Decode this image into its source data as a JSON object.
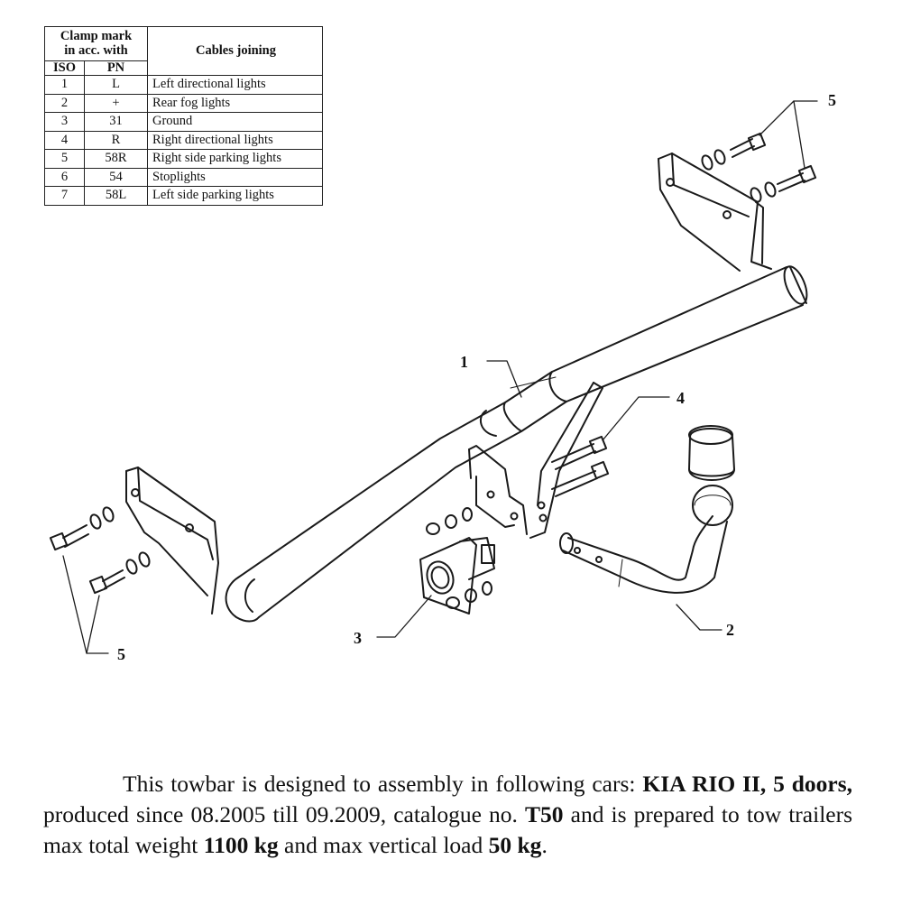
{
  "table": {
    "header_group": "Clamp mark in acc. with",
    "header_group_line1": "Clamp mark",
    "header_group_line2": "in acc. with",
    "header_desc": "Cables joining",
    "header_iso": "ISO",
    "header_pn": "PN",
    "rows": [
      {
        "iso": "1",
        "pn": "L",
        "desc": "Left directional lights"
      },
      {
        "iso": "2",
        "pn": "+",
        "desc": "Rear fog lights"
      },
      {
        "iso": "3",
        "pn": "31",
        "desc": "Ground"
      },
      {
        "iso": "4",
        "pn": "R",
        "desc": "Right directional lights"
      },
      {
        "iso": "5",
        "pn": "58R",
        "desc": "Right side parking lights"
      },
      {
        "iso": "6",
        "pn": "54",
        "desc": "Stoplights"
      },
      {
        "iso": "7",
        "pn": "58L",
        "desc": "Left side parking lights"
      }
    ]
  },
  "callouts": {
    "frame": "1",
    "ball": "2",
    "socket_plate": "3",
    "bolts_center": "4",
    "bolts_right": "5",
    "bolts_left": "5"
  },
  "description": {
    "t1": "This towbar is designed to assembly in following cars:",
    "model": "KIA RIO II, 5 doors,",
    "t2": "produced since 08.2005 till 09.2009, catalogue no.",
    "catalogue": "T50",
    "t3": "and is prepared to tow trailers max total weight",
    "weight": "1100 kg",
    "t4": "and max vertical load",
    "vload": "50 kg",
    "t5": "."
  }
}
